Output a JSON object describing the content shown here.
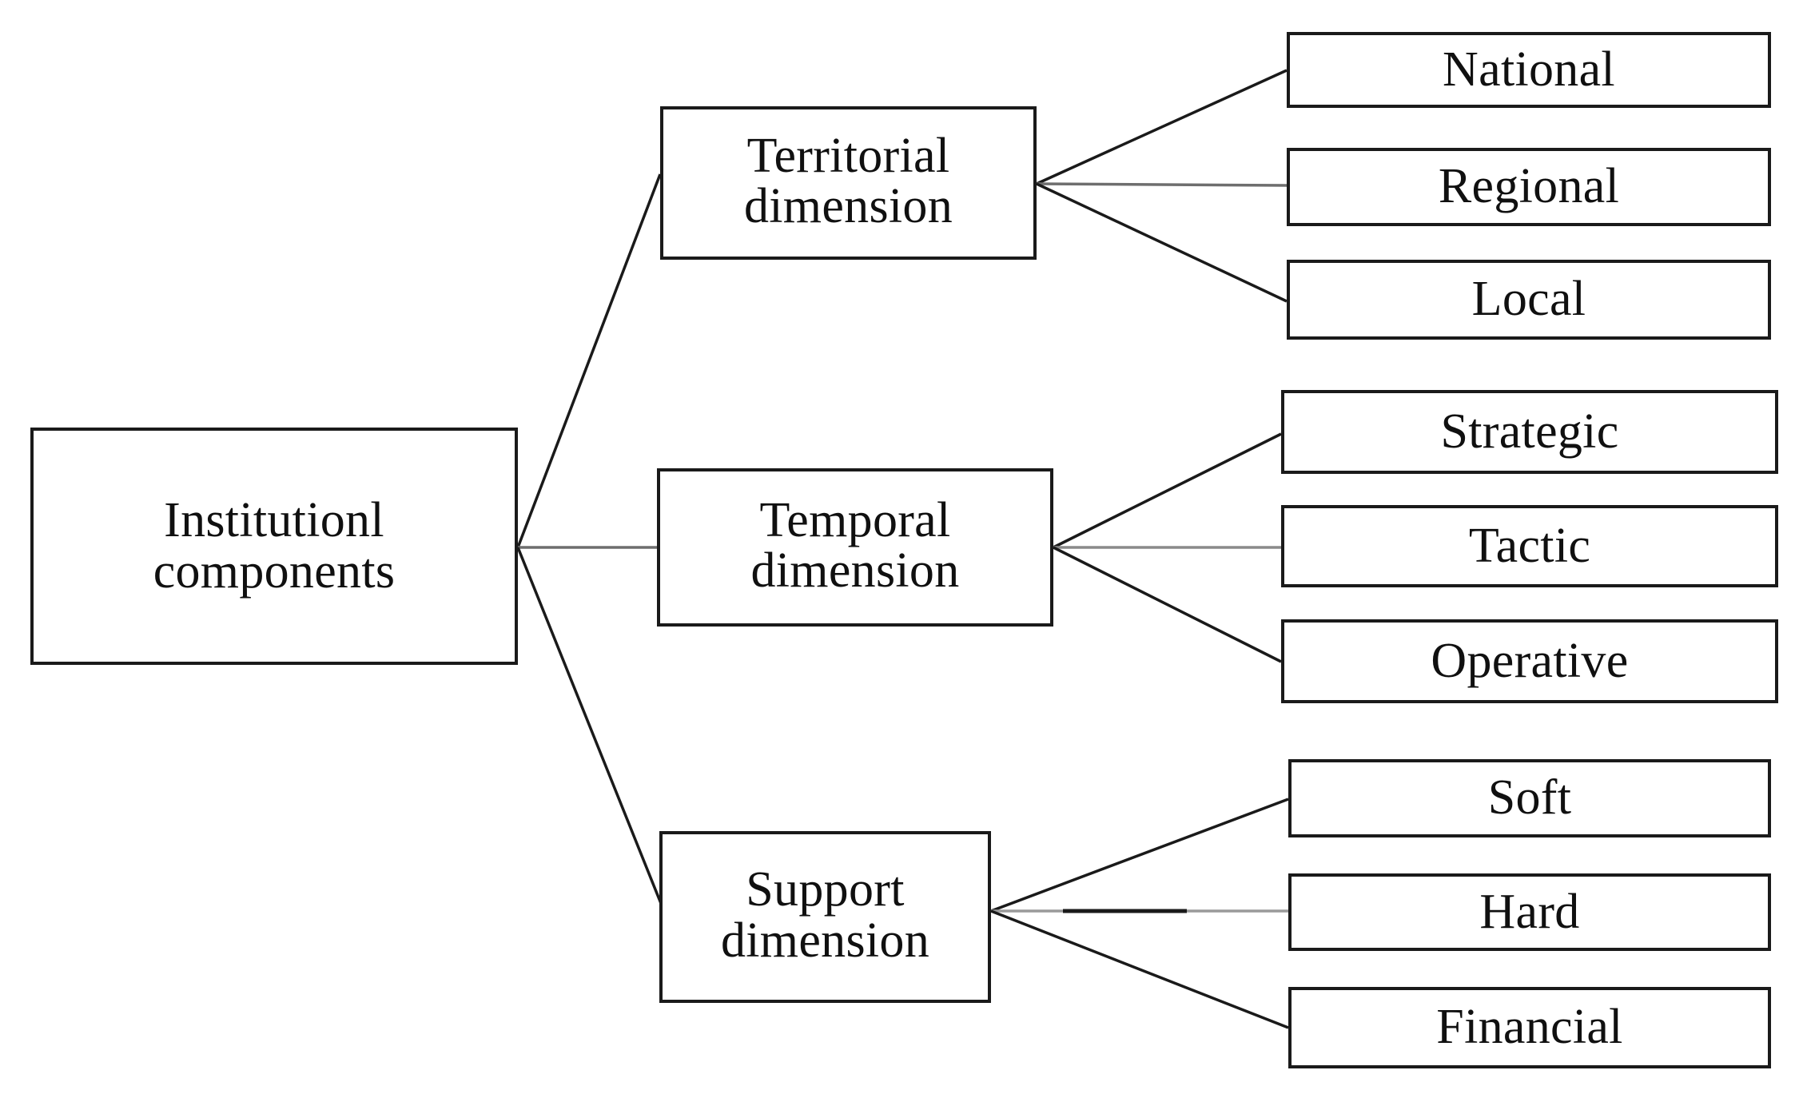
{
  "diagram": {
    "type": "tree",
    "title": "Institutionl components",
    "background_color": "#ffffff",
    "line_color": "#1a1a1a",
    "text_color": "#101010",
    "root": {
      "id": "root",
      "label": "Institutionl\ncomponents"
    },
    "branches": [
      {
        "id": "territorial",
        "label": "Territorial\ndimension",
        "children": [
          {
            "id": "national",
            "label": "National"
          },
          {
            "id": "regional",
            "label": "Regional"
          },
          {
            "id": "local",
            "label": "Local"
          }
        ]
      },
      {
        "id": "temporal",
        "label": "Temporal\ndimension",
        "children": [
          {
            "id": "strategic",
            "label": "Strategic"
          },
          {
            "id": "tactic",
            "label": "Tactic"
          },
          {
            "id": "operative",
            "label": "Operative"
          }
        ]
      },
      {
        "id": "support",
        "label": "Support\ndimension",
        "children": [
          {
            "id": "soft",
            "label": "Soft"
          },
          {
            "id": "hard",
            "label": "Hard"
          },
          {
            "id": "financial",
            "label": "Financial"
          }
        ]
      }
    ]
  }
}
